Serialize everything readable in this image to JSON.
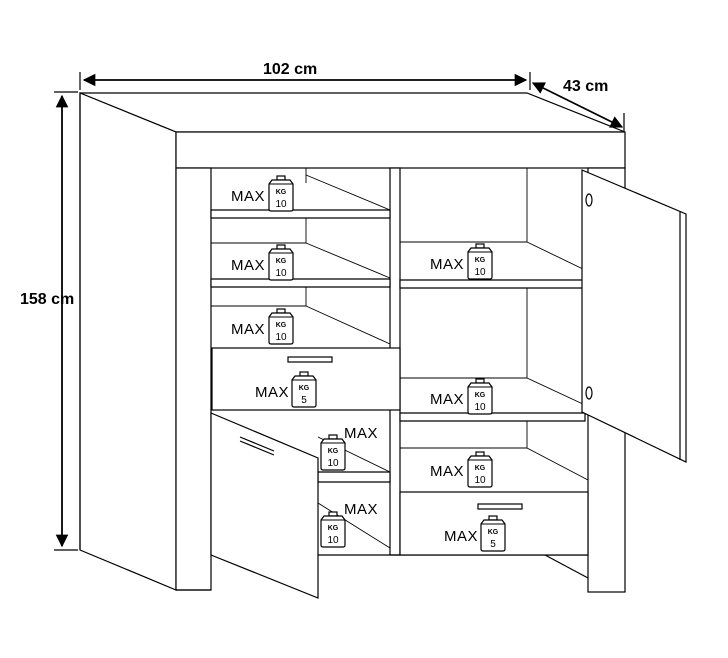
{
  "dimensions": {
    "width": "102 cm",
    "depth": "43 cm",
    "height": "158 cm"
  },
  "load_labels": [
    {
      "max": "MAX",
      "unit": "KG",
      "value": "10"
    },
    {
      "max": "MAX",
      "unit": "KG",
      "value": "10"
    },
    {
      "max": "MAX",
      "unit": "KG",
      "value": "10"
    },
    {
      "max": "MAX",
      "unit": "KG",
      "value": "5"
    },
    {
      "max": "MAX",
      "unit": "KG",
      "value": "10"
    },
    {
      "max": "MAX",
      "unit": "KG",
      "value": "10"
    },
    {
      "max": "MAX",
      "unit": "KG",
      "value": "10"
    },
    {
      "max": "MAX",
      "unit": "KG",
      "value": "10"
    },
    {
      "max": "MAX",
      "unit": "KG",
      "value": "10"
    },
    {
      "max": "MAX",
      "unit": "KG",
      "value": "5"
    }
  ]
}
